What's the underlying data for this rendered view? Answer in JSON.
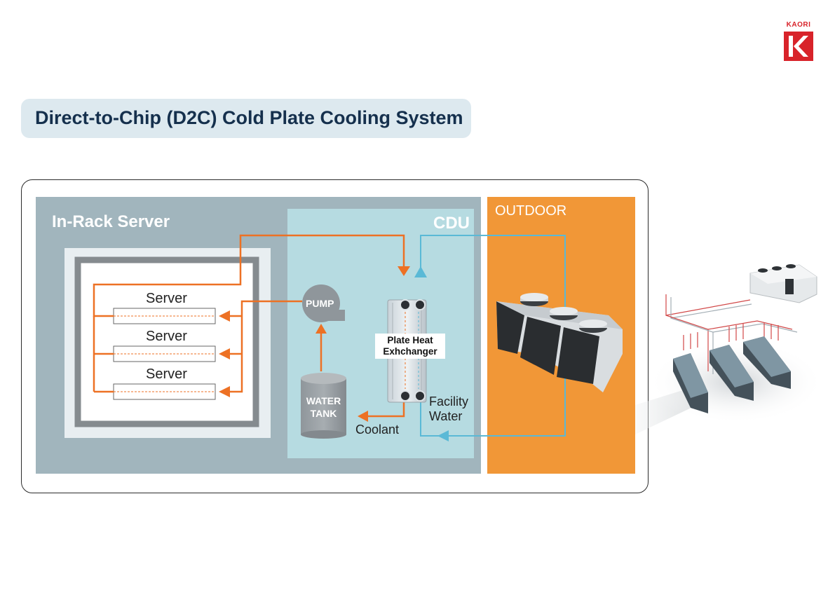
{
  "brand": {
    "name": "KAORI",
    "color": "#d8232a",
    "icon": "kaori-k-logo"
  },
  "title": "Direct-to-Chip (D2C) Cold Plate Cooling System",
  "sections": {
    "in_rack": {
      "title": "In-Rack Server",
      "color": "#a1b5bd"
    },
    "cdu": {
      "title": "CDU",
      "color": "#b6dbe1"
    },
    "outdoor": {
      "title": "OUTDOOR",
      "color": "#f19737"
    }
  },
  "servers": [
    {
      "label": "Server"
    },
    {
      "label": "Server"
    },
    {
      "label": "Server"
    }
  ],
  "components": {
    "pump": "PUMP",
    "water_tank_line1": "WATER",
    "water_tank_line2": "TANK",
    "plate_heat_exchanger_line1": "Plate Heat",
    "plate_heat_exchanger_line2": "Exhchanger",
    "dry_cooler_icon": "dry-cooler"
  },
  "flows": {
    "coolant": {
      "label": "Coolant",
      "color": "#ed7124"
    },
    "facility_water": {
      "line1": "Facility",
      "line2": "Water",
      "color": "#5ab9d6"
    }
  },
  "illustration": {
    "icon": "datacenter-isometric"
  }
}
